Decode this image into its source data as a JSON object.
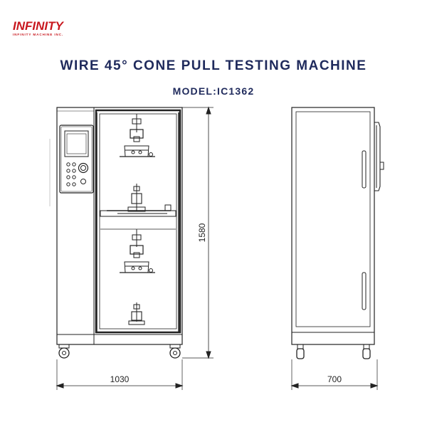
{
  "logo": {
    "brand": "INFINITY",
    "tagline": "INFINITY MACHINE INC.",
    "color": "#c8171e"
  },
  "title": "WIRE 45°   CONE PULL TESTING MACHINE",
  "model": "MODEL:IC1362",
  "dimensions": {
    "front_width": "1030",
    "height": "1580",
    "side_depth": "700"
  },
  "colors": {
    "title": "#1f2a5c",
    "line": "#222222"
  }
}
